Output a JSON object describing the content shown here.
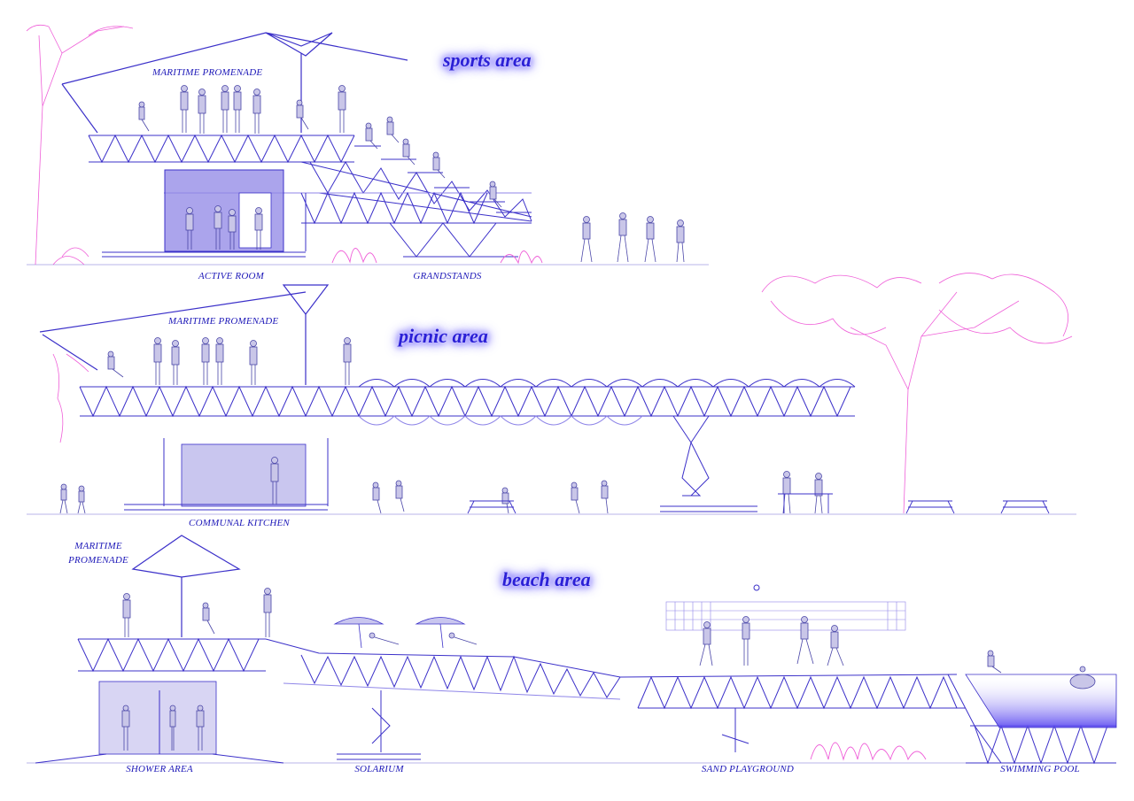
{
  "sections": {
    "sports": {
      "title": "sports area",
      "labels": {
        "promenade": "MARITIME PROMENADE",
        "active_room": "ACTIVE ROOM",
        "grandstands": "GRANDSTANDS"
      }
    },
    "picnic": {
      "title": "picnic area",
      "labels": {
        "promenade": "MARITIME PROMENADE",
        "kitchen": "COMMUNAL KITCHEN"
      }
    },
    "beach": {
      "title": "beach area",
      "labels": {
        "promenade_line1": "MARITIME",
        "promenade_line2": "PROMENADE",
        "shower": "SHOWER AREA",
        "solarium": "SOLARIUM",
        "sand": "SAND PLAYGROUND",
        "pool": "SWIMMING POOL"
      }
    }
  },
  "colors": {
    "structure": "#3b30c9",
    "structure_light": "#8f86e8",
    "vegetation": "#ef5fd8",
    "people": "#4a46a8",
    "room_fill": "#8f86e6",
    "pool_fill": "#5a48f0",
    "text": "#1d18b8"
  }
}
